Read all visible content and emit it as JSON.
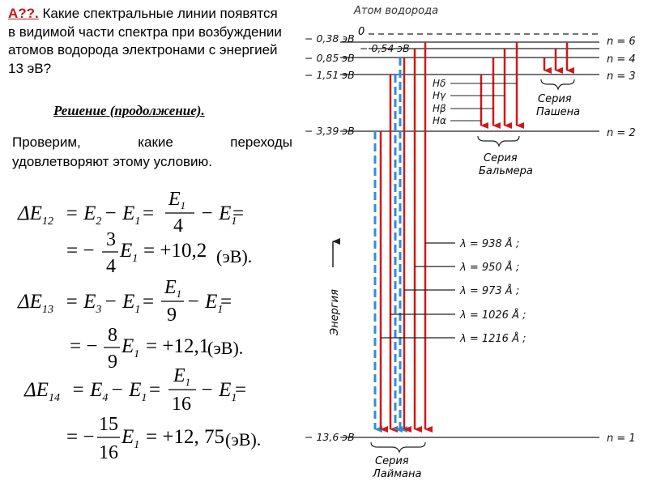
{
  "problem": {
    "tag": "А??.",
    "text": "Какие спектральные линии появятся в видимой части спектра при возбуждении атомов водорода электронами с энергией 13 эВ?"
  },
  "solution_heading": "Решение (продолжение).",
  "check_line1": "Проверим, какие переходы",
  "check_line2": "удовлетворяют этому условию.",
  "formulas": {
    "f12": {
      "lhs": "ΔE",
      "lhs_sub": "12",
      "mid": "= E",
      "mid_sub": "2",
      "minus": "− E",
      "minus_sub": "1",
      "frac_num": "E",
      "frac_num_sub": "1",
      "frac_den": "4",
      "result": "+10,2",
      "unit": "(эВ).",
      "coef_num": "3",
      "coef_den": "4"
    },
    "f13": {
      "lhs": "ΔE",
      "lhs_sub": "13",
      "mid": "= E",
      "mid_sub": "3",
      "minus": "− E",
      "minus_sub": "1",
      "frac_num": "E",
      "frac_num_sub": "1",
      "frac_den": "9",
      "result": "+12,1",
      "unit": "(эВ).",
      "coef_num": "8",
      "coef_den": "9"
    },
    "f14": {
      "lhs": "ΔE",
      "lhs_sub": "14",
      "mid": "= E",
      "mid_sub": "4",
      "minus": "− E",
      "minus_sub": "1",
      "frac_num": "E",
      "frac_num_sub": "1",
      "frac_den": "16",
      "result": "+12, 75",
      "unit": "(эВ).",
      "coef_num": "15",
      "coef_den": "16"
    }
  },
  "diagram": {
    "title": "Атом водорода",
    "zero_label": "0",
    "levels": [
      {
        "energy": "− 0,38 эВ",
        "n": "n = 6"
      },
      {
        "energy": "− 0,54 эВ",
        "n": ""
      },
      {
        "energy": "− 0,85 эВ",
        "n": "n = 4"
      },
      {
        "energy": "− 1,51 эВ",
        "n": "n = 3"
      },
      {
        "energy": "− 3,39 эВ",
        "n": "n = 2"
      },
      {
        "energy": "− 13,6 эВ",
        "n": "n = 1"
      }
    ],
    "balmer_lines": [
      "Hδ",
      "Hγ",
      "Hβ",
      "Hα"
    ],
    "wavelengths": [
      "λ = 938 Å ;",
      "λ = 950 Å ;",
      "λ = 973 Å ;",
      "λ = 1026 Å ;",
      "λ = 1216 Å ;"
    ],
    "series": {
      "lyman": [
        "Серия",
        "Лаймана"
      ],
      "balmer": [
        "Серия",
        "Бальмера"
      ],
      "paschen": [
        "Серия",
        "Пашена"
      ]
    },
    "energy_axis": "Энергия",
    "colors": {
      "arrow": "#d01818",
      "dashed": "#2e8fd8"
    }
  }
}
